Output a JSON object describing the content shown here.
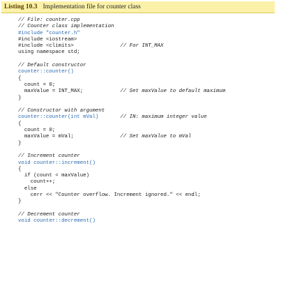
{
  "listing": {
    "badge": "Listing 10.3",
    "caption": "Implementation file for counter class"
  },
  "code_lines": [
    {
      "text": "// File: counter.cpp",
      "kind": "comment"
    },
    {
      "text": "// Counter class implementation",
      "kind": "comment"
    },
    {
      "text": "#include \"counter.h\"",
      "kind": "blue"
    },
    {
      "text": "#include <iostream>",
      "kind": "plain"
    },
    {
      "text": "#include <climits>               // For INT_MAX",
      "kind": "plain"
    },
    {
      "text": "using namespace std;",
      "kind": "plain"
    },
    {
      "text": "",
      "kind": "blank"
    },
    {
      "text": "// Default constructor",
      "kind": "comment"
    },
    {
      "text": "counter::counter()",
      "kind": "blue"
    },
    {
      "text": "{",
      "kind": "plain"
    },
    {
      "text": "  count = 0;",
      "kind": "plain"
    },
    {
      "text": "  maxValue = INT_MAX;            // Set maxValue to default maximum",
      "kind": "plain"
    },
    {
      "text": "}",
      "kind": "plain"
    },
    {
      "text": "",
      "kind": "blank"
    },
    {
      "text": "// Constructor with argument",
      "kind": "comment"
    },
    {
      "text": "counter::counter(int mVal)       // IN: maximum integer value",
      "kind": "blue"
    },
    {
      "text": "{",
      "kind": "plain"
    },
    {
      "text": "  count = 0;",
      "kind": "plain"
    },
    {
      "text": "  maxValue = mVal;               // Set maxValue to mVal",
      "kind": "plain"
    },
    {
      "text": "}",
      "kind": "plain"
    },
    {
      "text": "",
      "kind": "blank"
    },
    {
      "text": "// Increment counter",
      "kind": "comment"
    },
    {
      "text": "void counter::increment()",
      "kind": "blue"
    },
    {
      "text": "{",
      "kind": "plain"
    },
    {
      "text": "  if (count < maxValue)",
      "kind": "plain"
    },
    {
      "text": "    count++;",
      "kind": "plain"
    },
    {
      "text": "  else",
      "kind": "plain"
    },
    {
      "text": "    cerr << \"Counter overflow. Increment ignored.\" << endl;",
      "kind": "plain"
    },
    {
      "text": "}",
      "kind": "plain"
    },
    {
      "text": "",
      "kind": "blank"
    },
    {
      "text": "// Decrement counter",
      "kind": "comment"
    },
    {
      "text": "void counter::decrement()",
      "kind": "blue"
    }
  ]
}
